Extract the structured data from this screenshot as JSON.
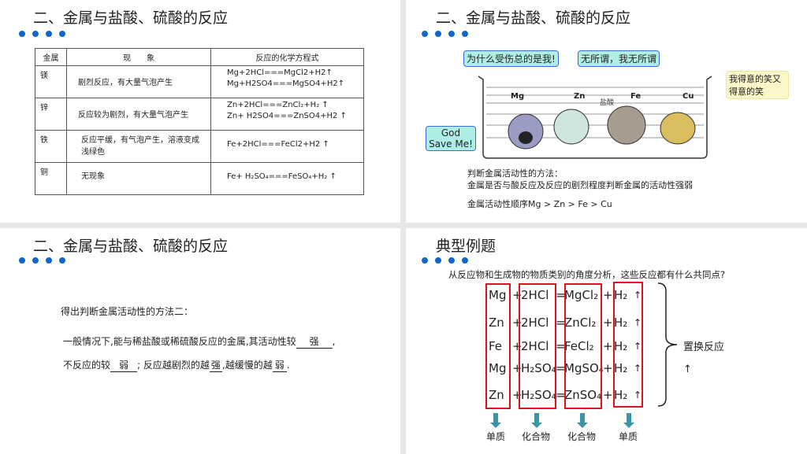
{
  "slides": [
    {
      "title": "二、金属与盐酸、硫酸的反应",
      "table": {
        "headers": [
          "金属",
          "现　　象",
          "反应的化学方程式"
        ],
        "rows": [
          {
            "metal": "镁",
            "phenomenon": "剧烈反应，有大量气泡产生",
            "eq1": "Mg+2HCl===MgCl2+H2↑",
            "eq2": "Mg+H2SO4===MgSO4+H2↑"
          },
          {
            "metal": "锌",
            "phenomenon": "反应较为剧烈，有大量气泡产生",
            "eq1": "Zn+2HCl===ZnCl₂+H₂ ↑",
            "eq2": "Zn+ H2SO4===ZnSO4+H2 ↑"
          },
          {
            "metal": "铁",
            "phenomenon": "反应平缓，有气泡产生，溶液变成浅绿色",
            "eq1": "Fe+2HCl===FeCl2+H2 ↑",
            "eq2": ""
          },
          {
            "metal": "铜",
            "phenomenon": "无现象",
            "eq1": "Fe+ H₂SO₄===FeSO₄+H₂ ↑",
            "eq2": ""
          }
        ]
      }
    },
    {
      "title": "二、金属与盐酸、硫酸的反应",
      "beaker": {
        "labels": [
          "Mg",
          "Zn",
          "Fe",
          "Cu"
        ],
        "acid": "盐酸"
      },
      "bubbles": [
        "为什么受伤总的是我!",
        "无所谓，我无所谓",
        "我得意的笑又得意的笑",
        "God Save Me!"
      ],
      "method_title": "判断金属活动性的方法：",
      "method_text": "金属是否与酸反应及反应的剧烈程度判断金属的活动性强弱",
      "order": "金属活动性顺序Mg > Zn  > Fe  > Cu"
    },
    {
      "title": "二、金属与盐酸、硫酸的反应",
      "heading": "得出判断金属活动性的方法二：",
      "line1_pre": "一般情况下,能与稀盐酸或稀硫酸反应的金属,其活动性较",
      "blank1": "强",
      "line1_post": ",",
      "line2_a": "不反应的较",
      "blank2": "弱",
      "line2_b": "; 反应越剧烈的越",
      "blank3": "强",
      "line2_c": ",越缓慢的越",
      "blank4": "弱",
      "line2_d": "."
    },
    {
      "title": "典型例题",
      "question": "从反应物和生成物的物质类别的角度分析，这些反应都有什么共同点?",
      "equations": [
        {
          "metal": "Mg",
          "acid": "2HCl",
          "salt": "MgCl₂"
        },
        {
          "metal": "Zn",
          "acid": "2HCl",
          "salt": "ZnCl₂"
        },
        {
          "metal": "Fe",
          "acid": "2HCl",
          "salt": "FeCl₂"
        },
        {
          "metal": "Mg",
          "acid": "H₂SO₄",
          "salt": "MgSO₄"
        },
        {
          "metal": "Zn",
          "acid": "H₂SO₄",
          "salt": "ZnSO₄"
        }
      ],
      "gas": "H₂",
      "plus": "+",
      "equals": "=",
      "up": "↑",
      "reaction_type": "置换反应",
      "categories": [
        "单质",
        "化合物",
        "化合物",
        "单质"
      ]
    }
  ],
  "colors": {
    "accent": "#1366c9",
    "box": "#d9141e",
    "arrow": "#3b95a8"
  }
}
